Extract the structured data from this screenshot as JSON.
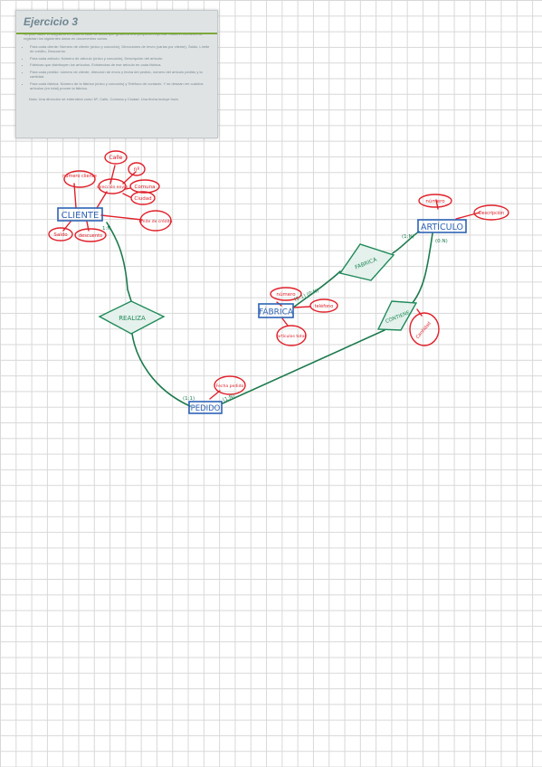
{
  "exercise": {
    "title": "Ejercicio 3",
    "intro": "Se pide hacer el diagrama ER para la base de datos que gestiona una pequeña empresa. Hacia el momento se registran los siguientes datos en documentos varios:",
    "bullets": [
      "Para cada cliente: Número de cliente (único y conocido), Direcciones de envío (varias por cliente), Saldo, Límite de crédito, Descuento.",
      "Para cada artículo: Número de artículo (único y conocido), Descripción del artículo.",
      "Fábricas que distribuyen los artículos. Existencias de ese artículo en cada fábrica.",
      "Para cada pedido: número de cliente, dirección de envío y fecha del pedido, número del artículo pedido y la cantidad.",
      "Para cada fábrica: Número de la fábrica (único y conocido) y Teléfono de contacto. Y se desean ver cuántos artículos (en total) provee la fábrica."
    ],
    "note": "Nota: Una dirección se entenderá como Nº, Calle, Comuna y Ciudad. Una fecha incluye hora."
  },
  "diagram": {
    "entities": {
      "cliente": "CLIENTE",
      "articulo": "ARTÍCULO",
      "fabrica": "FÁBRICA",
      "pedido": "PEDIDO"
    },
    "relationships": {
      "realiza": "REALIZA",
      "fabrica": "FABRICA",
      "contiene": "CONTIENE"
    },
    "attributes": {
      "numero_cliente": "número cliente",
      "calle": "Calle",
      "nro": "nº",
      "direccion_envio": "dirección envío",
      "comuna": "Comuna",
      "ciudad": "Ciudad",
      "limite_credito": "límite de crédito",
      "saldo": "Saldo",
      "descuento": "descuento",
      "numero_articulo": "número",
      "descripcion": "Descripción",
      "numero_fabrica": "número",
      "telefono": "teléfono",
      "articulos_total": "artículos total",
      "fecha_pedido": "Fecha pedido",
      "cantidad": "Cantidad"
    },
    "cardinalities": {
      "cliente_realiza": "1:N",
      "articulo_fabrica": "(1:N)",
      "articulo_contiene": "(0:N)",
      "fabrica_fabrica": "(1:1) (0:N)",
      "pedido_realiza": "(1:1)",
      "pedido_contiene": "(1:N)"
    },
    "colors": {
      "attribute": "#e0202a",
      "entity": "#2d63b5",
      "relationship": "#1f8a5a",
      "link": "#1d7a4e"
    }
  }
}
